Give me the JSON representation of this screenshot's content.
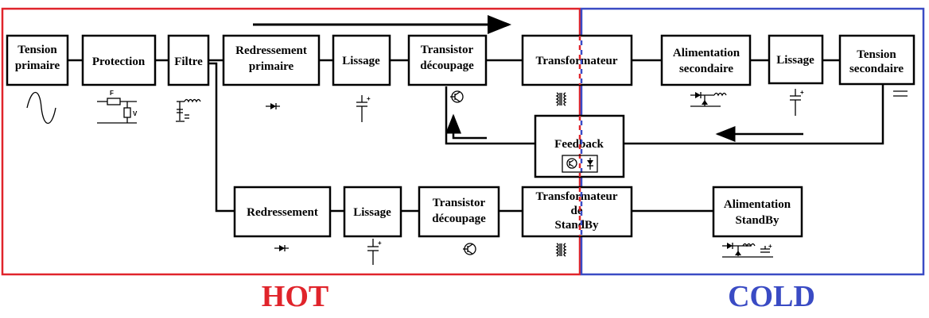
{
  "zones": {
    "hot": {
      "label": "HOT",
      "color": "#e0242b"
    },
    "cold": {
      "label": "COLD",
      "color": "#3a4bc4"
    }
  },
  "blocks": {
    "tension_primaire": [
      "Tension",
      "primaire"
    ],
    "protection": [
      "Protection"
    ],
    "filtre": [
      "Filtre"
    ],
    "redressement_primaire": [
      "Redressement",
      "primaire"
    ],
    "lissage_1": [
      "Lissage"
    ],
    "transistor_1": [
      "Transistor",
      "découpage"
    ],
    "transformateur": [
      "Transformateur"
    ],
    "alimentation_secondaire": [
      "Alimentation",
      "secondaire"
    ],
    "lissage_2": [
      "Lissage"
    ],
    "tension_secondaire": [
      "Tension",
      "secondaire"
    ],
    "feedback": [
      "Feedback"
    ],
    "redressement": [
      "Redressement"
    ],
    "lissage_3": [
      "Lissage"
    ],
    "transistor_2": [
      "Transistor",
      "découpage"
    ],
    "transformateur_standby": [
      "Transformateur",
      "de",
      "StandBy"
    ],
    "alimentation_standby": [
      "Alimentation",
      "StandBy"
    ]
  },
  "symbols": {
    "protection_fuse": "F",
    "protection_varistor": "V"
  },
  "icons": {
    "sine": "sine-wave-icon",
    "protection": "fuse-varistor-icon",
    "filter": "lc-filter-icon",
    "diode": "diode-icon",
    "capacitor": "capacitor-icon",
    "transistor": "transistor-icon",
    "transformer": "transformer-icon",
    "dc": "dc-symbol-icon",
    "optocoupler": "optocoupler-icon"
  }
}
